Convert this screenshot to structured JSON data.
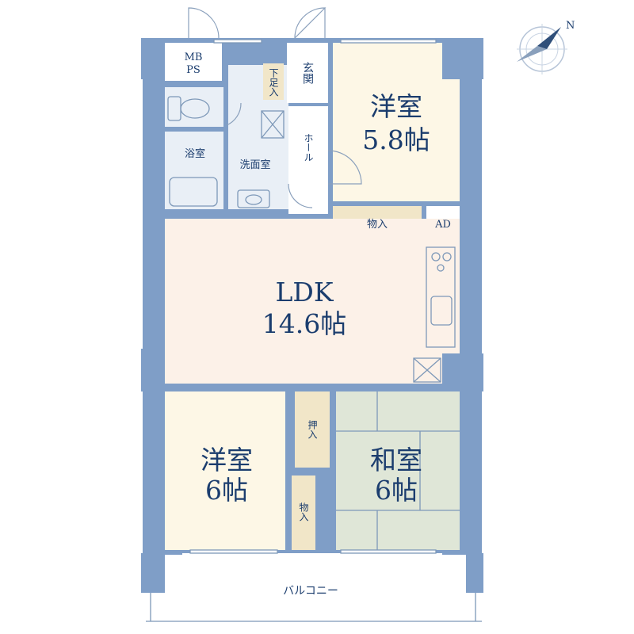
{
  "colors": {
    "wall": "#7f9ec7",
    "column": "#7f9ec7",
    "text": "#1b3d6e",
    "western_floor": "#fdf7e6",
    "ldk_floor": "#fcf1e8",
    "wet_floor": "#e9eff6",
    "tatami_floor": "#dfe6d7",
    "closet_floor": "#f1e6c8"
  },
  "rooms": {
    "entrance": "玄関",
    "shoe_box": "下足入",
    "hall": "ホール",
    "bath": "浴室",
    "washroom": "洗面室",
    "mb_ps_line1": "MB",
    "mb_ps_line2": "PS",
    "western_north_name": "洋室",
    "western_north_size": "5.8帖",
    "storage_north": "物入",
    "ad": "AD",
    "ldk_name": "LDK",
    "ldk_size": "14.6帖",
    "western_south_name": "洋室",
    "western_south_size": "6帖",
    "closet_oshiire": "押入",
    "storage_south": "物入",
    "japanese_name": "和室",
    "japanese_size": "6帖",
    "balcony": "バルコニー"
  },
  "compass": {
    "label": "N",
    "icon": "compass-icon"
  }
}
